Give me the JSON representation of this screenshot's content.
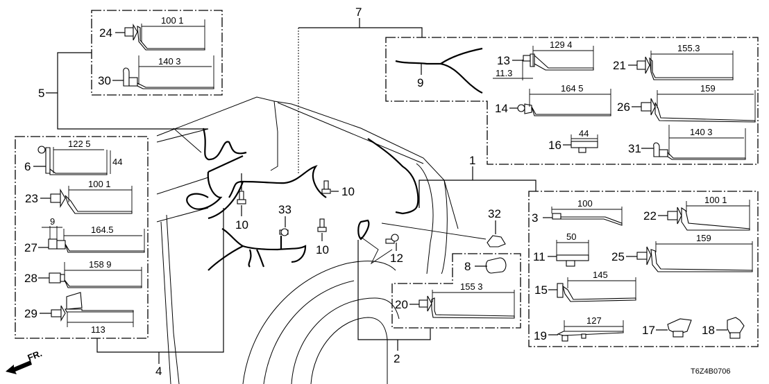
{
  "diagram": {
    "code": "T6Z4B0706",
    "direction_label": "FR.",
    "group_labels": {
      "g1": "1",
      "g2": "2",
      "g4": "4",
      "g5": "5",
      "g7": "7"
    },
    "parts": {
      "p3": {
        "num": "3",
        "dim": "100"
      },
      "p6": {
        "num": "6",
        "dim": "122 5",
        "dim2": "44"
      },
      "p8": {
        "num": "8"
      },
      "p9": {
        "num": "9"
      },
      "p10a": {
        "num": "10"
      },
      "p10b": {
        "num": "10"
      },
      "p10c": {
        "num": "10"
      },
      "p11": {
        "num": "11",
        "dim": "50"
      },
      "p12": {
        "num": "12"
      },
      "p13": {
        "num": "13",
        "dim": "129 4",
        "dim2": "11.3"
      },
      "p14": {
        "num": "14",
        "dim": "164 5"
      },
      "p15": {
        "num": "15",
        "dim": "145"
      },
      "p16": {
        "num": "16",
        "dim": "44"
      },
      "p17": {
        "num": "17"
      },
      "p18": {
        "num": "18"
      },
      "p19": {
        "num": "19",
        "dim": "127"
      },
      "p20": {
        "num": "20",
        "dim": "155 3"
      },
      "p21": {
        "num": "21",
        "dim": "155.3"
      },
      "p22": {
        "num": "22",
        "dim": "100 1"
      },
      "p23": {
        "num": "23",
        "dim": "100 1"
      },
      "p24": {
        "num": "24",
        "dim": "100 1"
      },
      "p25": {
        "num": "25",
        "dim": "159"
      },
      "p26": {
        "num": "26",
        "dim": "159"
      },
      "p27": {
        "num": "27",
        "dim": "164.5",
        "dim2": "9"
      },
      "p28": {
        "num": "28",
        "dim": "158 9"
      },
      "p29": {
        "num": "29",
        "dim": "113"
      },
      "p30": {
        "num": "30",
        "dim": "140 3"
      },
      "p31": {
        "num": "31",
        "dim": "140 3"
      },
      "p32": {
        "num": "32"
      },
      "p33": {
        "num": "33"
      }
    }
  }
}
